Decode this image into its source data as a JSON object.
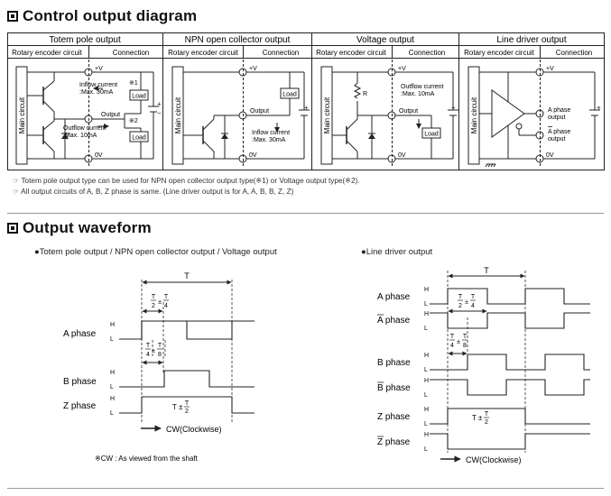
{
  "sections": {
    "control_title": "Control output diagram",
    "waveform_title": "Output waveform"
  },
  "panels": [
    {
      "title": "Totem pole output",
      "left_header": "Rotary encoder circuit",
      "right_header": "Connection",
      "main_label": "Main circuit",
      "vplus": "+V",
      "ov": "0V",
      "inflow_1": "Inflow current",
      "inflow_2": ":Max. 30mA",
      "output": "Output",
      "outflow_1": "Outflow current",
      "outflow_2": ":Max. 10mA",
      "mark1": "※1",
      "mark2": "※2",
      "load": "Load"
    },
    {
      "title": "NPN open collector output",
      "left_header": "Rotary encoder circuit",
      "right_header": "Connection",
      "main_label": "Main circuit",
      "vplus": "+V",
      "ov": "0V",
      "output": "Output",
      "inflow_1": "Inflow current",
      "inflow_2": ":Max. 30mA",
      "load": "Load"
    },
    {
      "title": "Voltage output",
      "left_header": "Rotary encoder circuit",
      "right_header": "Connection",
      "main_label": "Main circuit",
      "vplus": "+V",
      "ov": "0V",
      "output": "Output",
      "outflow_1": "Outflow current",
      "outflow_2": ":Max. 10mA",
      "r": "R",
      "load": "Load"
    },
    {
      "title": "Line driver output",
      "left_header": "Rotary encoder circuit",
      "right_header": "Connection",
      "main_label": "Main circuit",
      "vplus": "+V",
      "ov": "0V",
      "a_out_1": "A phase",
      "a_out_2": "output",
      "abar_out_1": "A phase",
      "abar_out_2": "output"
    }
  ],
  "notes": [
    "☞ Totem pole output type can be used for NPN open collector output type(※1) or Voltage output type(※2).",
    "☞ All output circuits of A, B, Z phase is same. (Line driver output is for A, A, B, B, Z, Z)"
  ],
  "waveform": {
    "left_heading": "●Totem pole output / NPN open collector output / Voltage output",
    "right_heading": "●Line driver output",
    "period": "T",
    "h": "H",
    "l": "L",
    "plus_minus": "±",
    "two": "2",
    "four": "4",
    "eight": "8",
    "a_phase": "A phase",
    "b_phase": "B phase",
    "z_phase": "Z phase",
    "abar_phase": "A phase",
    "bbar_phase": "B phase",
    "zbar_phase": "Z phase",
    "cw": "CW(Clockwise)",
    "cw_note": "※CW : As viewed from the shaft"
  }
}
